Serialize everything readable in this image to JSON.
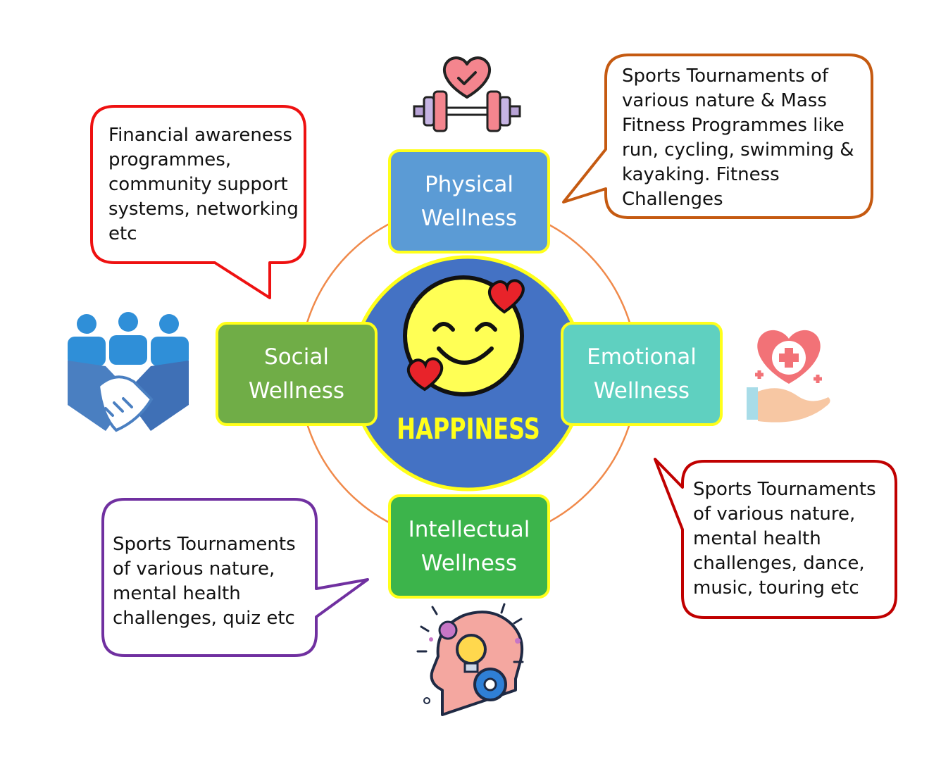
{
  "center": {
    "label": "HAPPINESS",
    "icon": "smiling-face-with-hearts-icon"
  },
  "nodes": {
    "physical": {
      "label": "Physical\nWellness",
      "color": "#5b9bd5",
      "icon": "heart-dumbbell-icon"
    },
    "social": {
      "label": "Social\nWellness",
      "color": "#70ad47",
      "icon": "team-handshake-icon"
    },
    "emotional": {
      "label": "Emotional\nWellness",
      "color": "#5fd0c0",
      "icon": "hand-heart-care-icon"
    },
    "intellectual": {
      "label": "Intellectual\nWellness",
      "color": "#3cb44b",
      "icon": "head-lightbulb-gear-icon"
    }
  },
  "bubbles": {
    "physical": {
      "text": "Sports Tournaments of\nvarious nature & Mass\nFitness Programmes like\nrun, cycling, swimming &\nkayaking. Fitness\nChallenges",
      "border_color": "#c55a11"
    },
    "social": {
      "text": "Financial awareness\nprogrammes,\ncommunity support\nsystems, networking\netc",
      "border_color": "#ee1111"
    },
    "emotional": {
      "text": "Sports Tournaments\nof various nature,\nmental health\nchallenges, dance,\nmusic, touring etc",
      "border_color": "#c00000"
    },
    "intellectual": {
      "text": "Sports Tournaments\nof various nature,\nmental health\nchallenges, quiz etc",
      "border_color": "#7030a0"
    }
  },
  "colors": {
    "ring": "#f08a4b",
    "center_fill": "#4472c4",
    "highlight": "#ffff1a",
    "smiley": "#ffff55"
  }
}
